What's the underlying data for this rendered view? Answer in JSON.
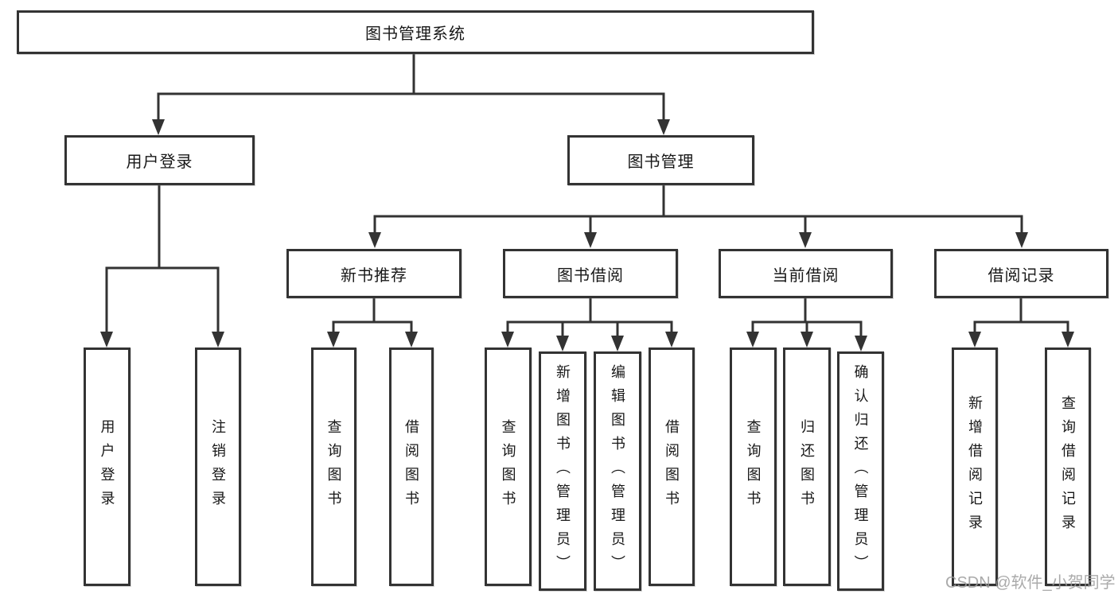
{
  "diagram": {
    "root_label": "图书管理系统",
    "branches": [
      {
        "label": "用户登录",
        "children": [
          {
            "label": "用户登录"
          },
          {
            "label": "注销登录"
          }
        ]
      },
      {
        "label": "图书管理",
        "children": [
          {
            "label": "新书推荐",
            "children": [
              {
                "label": "查询图书"
              },
              {
                "label": "借阅图书"
              }
            ]
          },
          {
            "label": "图书借阅",
            "children": [
              {
                "label": "查询图书"
              },
              {
                "label": "新增图书（管理员）"
              },
              {
                "label": "编辑图书（管理员）"
              },
              {
                "label": "借阅图书"
              }
            ]
          },
          {
            "label": "当前借阅",
            "children": [
              {
                "label": "查询图书"
              },
              {
                "label": "归还图书"
              },
              {
                "label": "确认归还（管理员）"
              }
            ]
          },
          {
            "label": "借阅记录",
            "children": [
              {
                "label": "新增借阅记录"
              },
              {
                "label": "查询借阅记录"
              }
            ]
          }
        ]
      }
    ]
  },
  "line_color": "#333333",
  "watermark": "CSDN @软件_小贺同学"
}
